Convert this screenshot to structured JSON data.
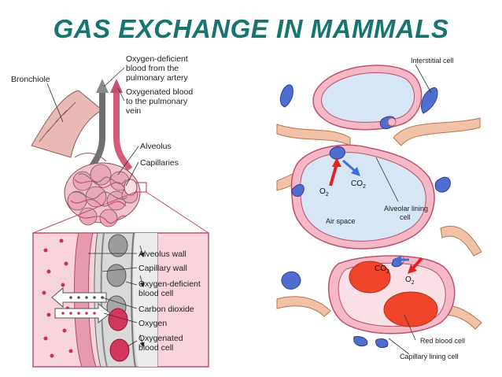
{
  "title": "GAS EXCHANGE IN MAMMALS",
  "left_figure": {
    "labels": {
      "bronchiole": "Bronchiole",
      "deficient_blood_1": "Oxygen-deficient",
      "deficient_blood_2": "blood from the",
      "deficient_blood_3": "pulmonary artery",
      "oxygenated_blood_1": "Oxygenated blood",
      "oxygenated_blood_2": "to the pulmonary",
      "oxygenated_blood_3": "vein",
      "alveolus": "Alveolus",
      "capillaries": "Capillaries",
      "alveolus_wall": "Alveolus wall",
      "capillary_wall": "Capillary wall",
      "deficient_cell_1": "Oxygen-deficient",
      "deficient_cell_2": "blood cell",
      "carbon_dioxide": "Carbon dioxide",
      "oxygen": "Oxygen",
      "oxygenated_cell_1": "Oxygenated",
      "oxygenated_cell_2": "blood cell"
    }
  },
  "right_figure": {
    "labels": {
      "interstitial_cell": "Interstitial cell",
      "alveolar_lining_1": "Alveolar lining",
      "alveolar_lining_2": "cell",
      "air_space": "Air space",
      "red_blood_cell": "Red blood cell",
      "capillary_lining": "Capillary lining cell"
    },
    "chem": {
      "o2_top": "O",
      "o2_top_sub": "2",
      "co2_top": "CO",
      "co2_top_sub": "2",
      "co2_bottom": "CO",
      "co2_bottom_sub": "2",
      "o2_bottom": "O",
      "o2_bottom_sub": "2"
    }
  },
  "colors": {
    "title": "#17756f",
    "air_space": "#d6e6f5",
    "tissue_pink": "#f4b8c6",
    "tissue_outline": "#c04f6e",
    "red_cell": "#f0452b",
    "interstitial": "#4f6fd0",
    "wall_tan": "#f2c2a6"
  }
}
